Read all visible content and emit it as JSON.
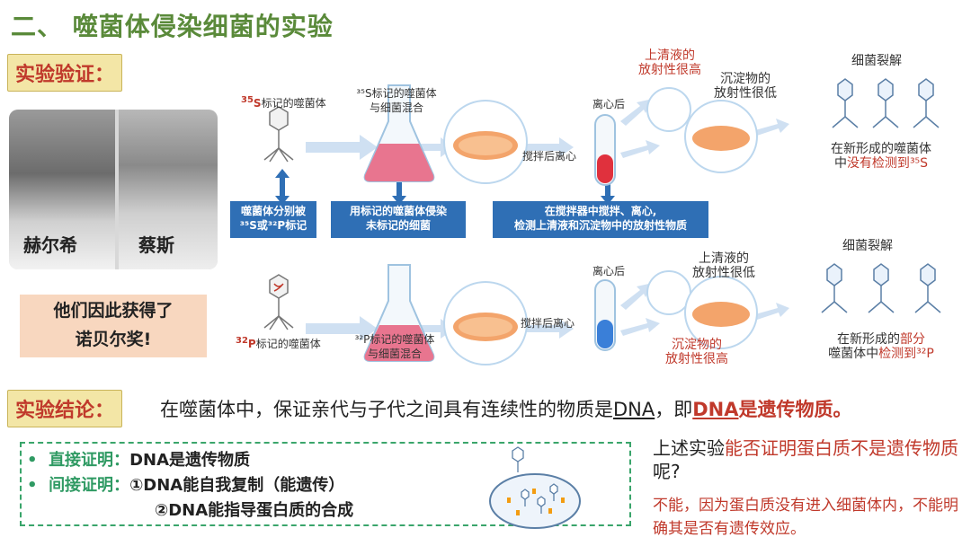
{
  "title": "二、 噬菌体侵染细菌的实验",
  "verify_tag": "实验验证：",
  "conclusion_tag": "实验结论：",
  "photo": {
    "name_left": "赫尔希",
    "name_right": "蔡斯"
  },
  "award": {
    "line1": "他们因此获得了",
    "line2": "诺贝尔奖!"
  },
  "top_row": {
    "phage_label_sup": "35",
    "phage_label_main": "S",
    "phage_label_rest": "标记的噬菌体",
    "flask_label_1": "³⁵S标记的噬菌体",
    "flask_label_2": "与细菌混合",
    "stir_label": "搅拌后离心",
    "centrifuge_label": "离心后",
    "supernatant_1": "上清液的",
    "supernatant_2": "放射性很高",
    "sediment_1": "沉淀物的",
    "sediment_2": "放射性很低",
    "lysis": "细菌裂解",
    "result_1": "在新形成的噬菌体",
    "result_2_pre": "中",
    "result_2_red": "没有检测到",
    "result_2_post": "³⁵S"
  },
  "bottom_row": {
    "phage_label_sup": "32",
    "phage_label_main": "P",
    "phage_label_rest": "标记的噬菌体",
    "flask_label_1": "³²P标记的噬菌体",
    "flask_label_2": "与细菌混合",
    "stir_label": "搅拌后离心",
    "centrifuge_label": "离心后",
    "supernatant_1": "上清液的",
    "supernatant_2": "放射性很低",
    "sediment_1": "沉淀物的",
    "sediment_2": "放射性很高",
    "lysis": "细菌裂解",
    "result_1_pre": "在新形成的",
    "result_1_red": "部分",
    "result_2_pre": "噬菌体中",
    "result_2_red": "检测到³²P"
  },
  "middle_boxes": {
    "box1_line1": "噬菌体分别被",
    "box1_line2": "³⁵S或³²P标记",
    "box2_line1": "用标记的噬菌体侵染",
    "box2_line2": "未标记的细菌",
    "box3_line1": "在搅拌器中搅拌、离心,",
    "box3_line2": "检测上清液和沉淀物中的放射性物质"
  },
  "conclusion": {
    "text_pre": "在噬菌体中，保证亲代与子代之间具有连续性的物质是",
    "text_dna": "DNA",
    "text_mid": "，即",
    "text_dna2": "DNA",
    "text_end": "是遗传物质。"
  },
  "proof": {
    "direct_label": "直接证明：",
    "direct_value": "DNA是遗传物质",
    "indirect_label": "间接证明：",
    "indirect_value1": "①DNA能自我复制（能遗传）",
    "indirect_value2": "②DNA能指导蛋白质的合成",
    "bullet": "•"
  },
  "question": {
    "pre": "上述实验",
    "red": "能否证明蛋白质不是遗传物质",
    "post": "呢?"
  },
  "answer": "不能，因为蛋白质没有进入细菌体内，不能明确其是否有遗传效应。",
  "colors": {
    "accent_red": "#c0392b",
    "title_green": "#5a8a3a",
    "box_blue": "#2f6fb5",
    "dash_green": "#3aa56b"
  }
}
